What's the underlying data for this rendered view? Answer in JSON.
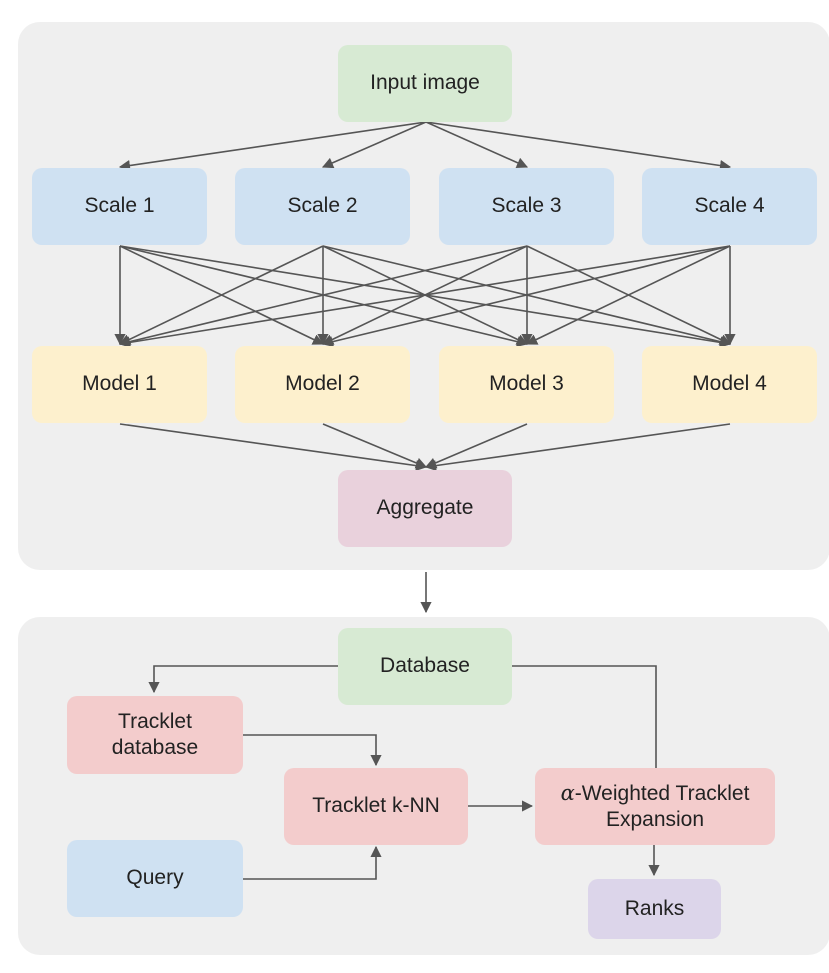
{
  "pipeline": {
    "input": "Input image",
    "scales": [
      "Scale 1",
      "Scale 2",
      "Scale 3",
      "Scale 4"
    ],
    "models": [
      "Model 1",
      "Model 2",
      "Model 3",
      "Model 4"
    ],
    "aggregate": "Aggregate"
  },
  "retrieval": {
    "database": "Database",
    "tracklet_database": "Tracklet database",
    "tracklet_knn": "Tracklet k-NN",
    "query": "Query",
    "expansion_symbol": "α",
    "expansion_text": "-Weighted Tracklet Expansion",
    "ranks": "Ranks"
  },
  "colors": {
    "panel": "#efefef",
    "green": "#d7ead3",
    "blue": "#cfe1f2",
    "yellow": "#fdf0cd",
    "pink": "#e9d1dc",
    "red": "#f3cccc",
    "purple": "#dcd5ea",
    "edge": "#555555"
  }
}
